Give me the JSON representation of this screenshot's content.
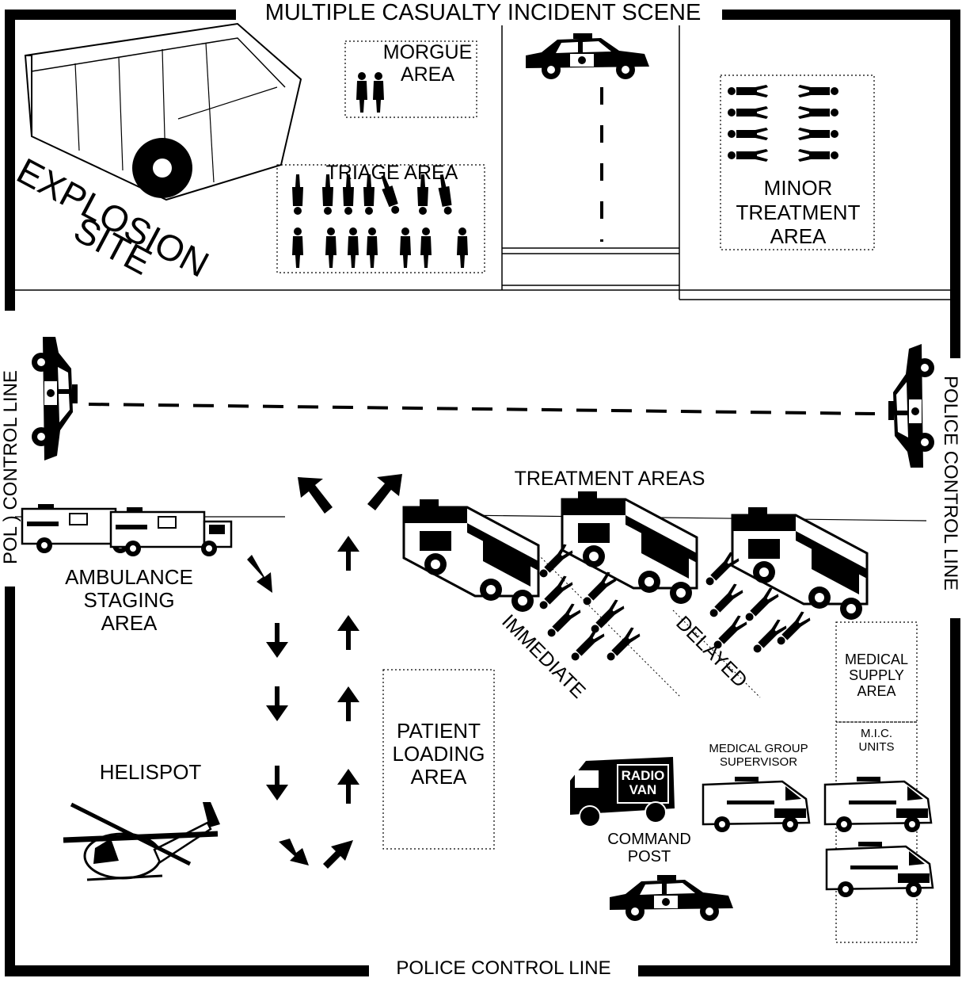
{
  "title": "MULTIPLE CASUALTY INCIDENT SCENE",
  "police_line_bottom": "POLICE CONTROL LINE",
  "police_line_right": "POLICE CONTROL LINE",
  "police_line_left": "POL    ) CONTROL LINE",
  "areas": {
    "explosion": {
      "line1": "EXPLOSION",
      "line2": "SITE"
    },
    "morgue": {
      "line1": "MORGUE",
      "line2": "AREA"
    },
    "triage": {
      "line1": "TRIAGE AREA"
    },
    "minor": {
      "line1": "MINOR",
      "line2": "TREATMENT",
      "line3": "AREA"
    },
    "treatment": {
      "line1": "TREATMENT AREAS"
    },
    "immediate": "IMMEDIATE",
    "delayed": "DELAYED",
    "ambulance": {
      "line1": "AMBULANCE",
      "line2": "STAGING",
      "line3": "AREA"
    },
    "patient": {
      "line1": "PATIENT",
      "line2": "LOADING",
      "line3": "AREA"
    },
    "helispot": "HELISPOT",
    "medical_supply": {
      "line1": "MEDICAL",
      "line2": "SUPPLY",
      "line3": "AREA"
    },
    "mic": {
      "line1": "M.I.C.",
      "line2": "UNITS"
    },
    "supervisor": {
      "line1": "MEDICAL GROUP",
      "line2": "SUPERVISOR"
    },
    "radio_van": {
      "line1": "RADIO",
      "line2": "VAN"
    },
    "command_post": {
      "line1": "COMMAND",
      "line2": "POST"
    }
  },
  "icons": [
    "explosion-building-icon",
    "police-car-icon",
    "person-icon",
    "ambulance-icon",
    "fire-engine-icon",
    "helicopter-icon",
    "van-icon",
    "arrow-icon"
  ]
}
